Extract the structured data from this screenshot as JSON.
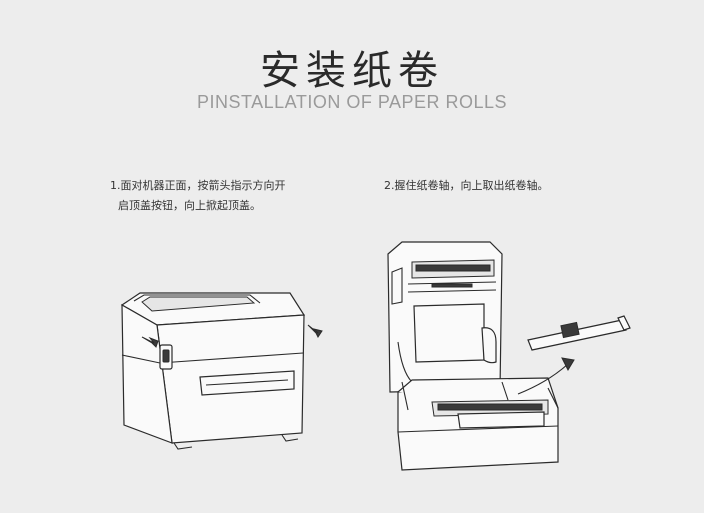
{
  "header": {
    "title": "安装纸卷",
    "subtitle": "PINSTALLATION OF PAPER ROLLS"
  },
  "steps": [
    {
      "line1": "1.面对机器正面，按箭头指示方向开",
      "line2": "启顶盖按钮，向上掀起顶盖。"
    },
    {
      "line1": "2.握住纸卷轴，向上取出纸卷轴。"
    }
  ]
}
